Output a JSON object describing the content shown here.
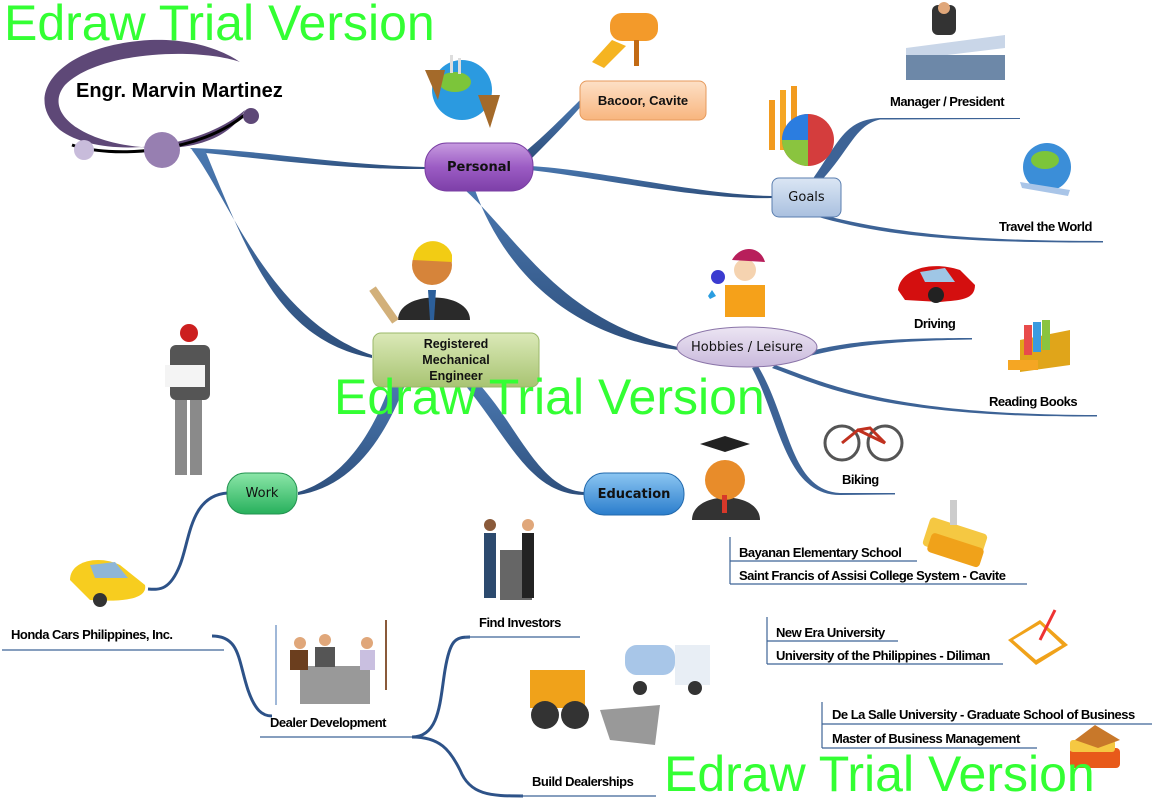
{
  "root": {
    "title": "Engr. Marvin Martinez"
  },
  "topics": {
    "personal": "Personal",
    "address": "Bacoor, Cavite",
    "goals": "Goals",
    "profession": "Registered Mechanical Engineer",
    "hobbies": "Hobbies / Leisure",
    "work": "Work",
    "education": "Education"
  },
  "goals_items": [
    "Manager / President",
    "Travel the World"
  ],
  "hobbies_items": [
    "Driving",
    "Reading Books",
    "Biking"
  ],
  "education_groups": [
    [
      "Bayanan Elementary School",
      "Saint Francis of Assisi College System - Cavite"
    ],
    [
      "New Era University",
      "University of the Philippines - Diliman"
    ],
    [
      "De La Salle University - Graduate School of Business",
      "Master of Business Management"
    ]
  ],
  "work_items": {
    "company": "Honda Cars Philippines, Inc.",
    "role": "Dealer Development",
    "tasks": [
      "Find Investors",
      "Build Dealerships"
    ]
  },
  "watermark": "Edraw Trial Version",
  "colors": {
    "branch": "#3d6396",
    "watermark": "#33ff33",
    "personal": "#9b59b6",
    "goals": "#b6cbe6",
    "profession": "#b5cd7f",
    "hobbies": "#d8cde6",
    "work": "#3cc46e",
    "education": "#3d8fd6",
    "address": "#fbc79a"
  }
}
